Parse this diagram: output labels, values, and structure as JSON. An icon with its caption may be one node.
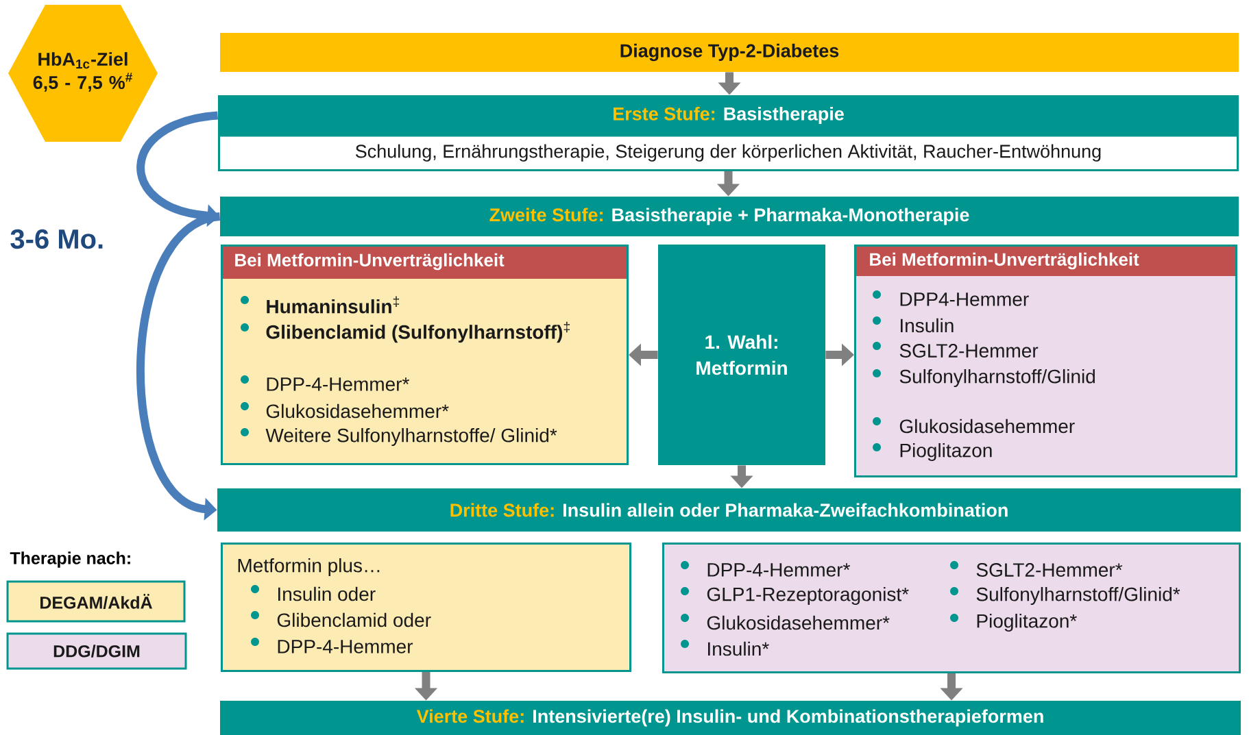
{
  "diagram": {
    "nodes": [
      {
        "text": [
          "HbA$_{1c}$-Ziel 6,5 - 7,5 %$^{#}$"
        ]
      },
      {
        "text": [
          "Diagnose Typ-2-Diabetes"
        ]
      },
      {
        "text": [
          "Erste Stufe:",
          "Basistherapie"
        ]
      },
      {
        "text": [
          "Schulung, Ernährungstherapie, Steigerung der körperlichen Aktivität, Raucher-Entwöhnung"
        ]
      },
      {
        "text": [
          "Zweite Stufe:",
          "Basistherapie + Pharmaka-Monotherapie"
        ]
      },
      {
        "text": [
          "Bei Metformin-Unverträglichkeit",
          "**Humaninsulin**$^{‡}$",
          "**Glibenclamid (Sulfonylharnstoff)**$^{‡}$",
          "DPP-4-Hemmer*",
          "Glukosidasehemmer*",
          "Weitere Sulfonylharnstoffe/ Glinid*"
        ]
      },
      {
        "text": [
          "1. Wahl: Metformin"
        ]
      },
      {
        "text": [
          "Bei Metformin-Unverträglichkeit",
          "DPP4-Hemmer",
          "Insulin",
          "SGLT2-Hemmer",
          "Sulfonylharnstoff/Glinid",
          "Glukosidasehemmer",
          "Pioglitazon"
        ]
      },
      {
        "text": [
          "Dritte Stufe:",
          "Insulin allein oder Pharmaka-Zweifachkombination"
        ]
      },
      {
        "text": [
          "Metformin plus…",
          "Insulin oder",
          "Glibenclamid oder",
          "DPP-4-Hemmer"
        ]
      },
      {
        "text": [
          "DPP-4-Hemmer*",
          "GLP1-Rezeptoragonist*",
          "Glukosidasehemmer*",
          "Insulin*",
          "SGLT2-Hemmer*",
          "Sulfonylharnstoff/Glinid*",
          "Pioglitazon*"
        ]
      },
      {
        "text": [
          "Vierte Stufe:",
          "Intensivierte(re) Insulin- und Kombinationstherapieformen"
        ]
      }
    ],
    "edges": [
      {
        "from": 1,
        "to": 2,
        "arrow": "to"
      },
      {
        "from": 3,
        "to": 4,
        "arrow": "to"
      },
      {
        "from": 6,
        "to": 5,
        "arrow": "to"
      },
      {
        "from": 6,
        "to": 7,
        "arrow": "to"
      },
      {
        "from": 6,
        "to": 8,
        "arrow": "to"
      },
      {
        "from": 9,
        "to": 11,
        "arrow": "to"
      },
      {
        "from": 10,
        "to": 11,
        "arrow": "to"
      },
      {
        "from": 2,
        "to": 4,
        "arrow": "to",
        "color": "#4a7ebb"
      },
      {
        "from": 4,
        "to": 8,
        "arrow": "to",
        "color": "#4a7ebb"
      }
    ],
    "labels": [
      "3-6 Mo.",
      "Therapie nach:"
    ],
    "legend": [
      {
        "text": "DEGAM/AkdÄ",
        "color": "#fdebb4"
      },
      {
        "text": "DDG/DGIM",
        "color": "#ebdbeb"
      }
    ]
  }
}
